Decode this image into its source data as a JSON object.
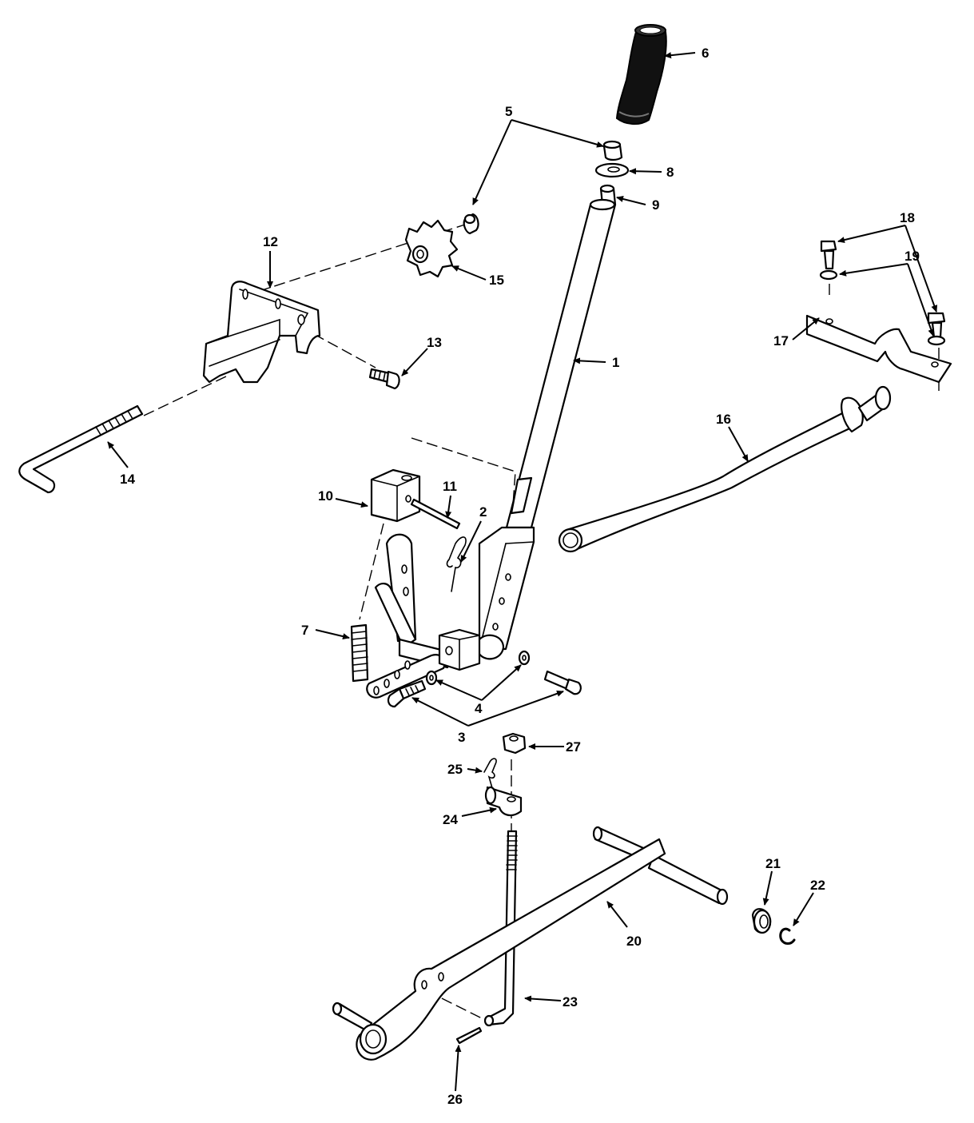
{
  "colors": {
    "line": "#000000",
    "background": "#ffffff",
    "grip": "#111111"
  },
  "callouts": [
    {
      "id": "c1",
      "label": "1"
    },
    {
      "id": "c2",
      "label": "2"
    },
    {
      "id": "c3",
      "label": "3"
    },
    {
      "id": "c4",
      "label": "4"
    },
    {
      "id": "c5",
      "label": "5"
    },
    {
      "id": "c6",
      "label": "6"
    },
    {
      "id": "c7",
      "label": "7"
    },
    {
      "id": "c8",
      "label": "8"
    },
    {
      "id": "c9",
      "label": "9"
    },
    {
      "id": "c10",
      "label": "10"
    },
    {
      "id": "c11",
      "label": "11"
    },
    {
      "id": "c12",
      "label": "12"
    },
    {
      "id": "c13",
      "label": "13"
    },
    {
      "id": "c14",
      "label": "14"
    },
    {
      "id": "c15",
      "label": "15"
    },
    {
      "id": "c16",
      "label": "16"
    },
    {
      "id": "c17",
      "label": "17"
    },
    {
      "id": "c18",
      "label": "18"
    },
    {
      "id": "c19",
      "label": "19"
    },
    {
      "id": "c20",
      "label": "20"
    },
    {
      "id": "c21",
      "label": "21"
    },
    {
      "id": "c22",
      "label": "22"
    },
    {
      "id": "c23",
      "label": "23"
    },
    {
      "id": "c24",
      "label": "24"
    },
    {
      "id": "c25",
      "label": "25"
    },
    {
      "id": "c26",
      "label": "26"
    },
    {
      "id": "c27",
      "label": "27"
    }
  ]
}
